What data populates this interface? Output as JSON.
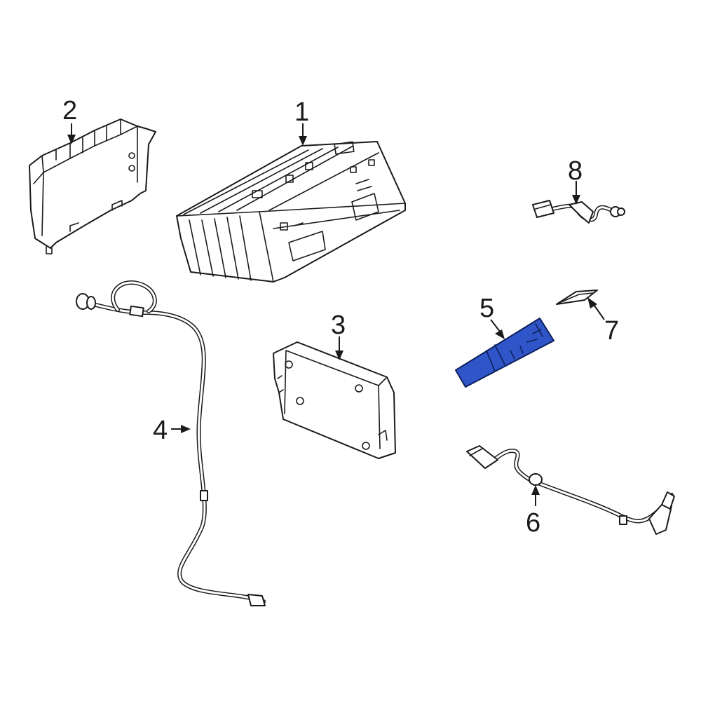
{
  "colors": {
    "line": "#1a1a1a",
    "background": "#ffffff",
    "highlight": "#2f55c8"
  },
  "highlighted_part": "5",
  "callouts": [
    {
      "id": "1",
      "label": "1"
    },
    {
      "id": "2",
      "label": "2"
    },
    {
      "id": "3",
      "label": "3"
    },
    {
      "id": "4",
      "label": "4"
    },
    {
      "id": "5",
      "label": "5"
    },
    {
      "id": "6",
      "label": "6"
    },
    {
      "id": "7",
      "label": "7"
    },
    {
      "id": "8",
      "label": "8"
    }
  ]
}
